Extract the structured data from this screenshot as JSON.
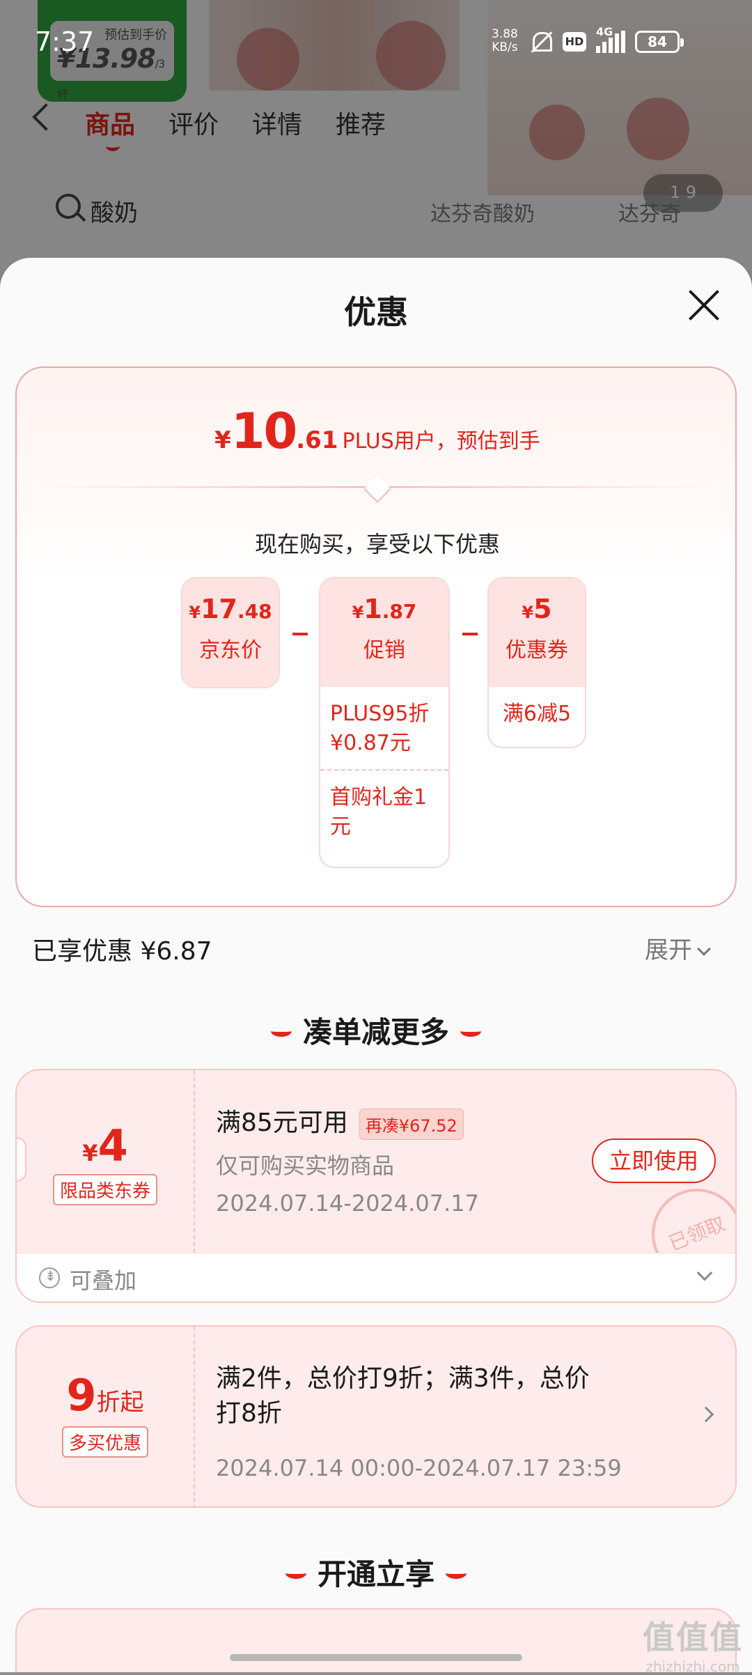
{
  "status_bar": {
    "time": "7:37",
    "net_speed_value": "3.88",
    "net_speed_unit": "KB/s",
    "hd_label": "HD",
    "network_label": "4G",
    "battery": "84"
  },
  "background": {
    "price_badge_label": "预估到手价",
    "price_badge_value": "¥13.98",
    "price_badge_unit": "/3杯",
    "tabs": [
      {
        "label": "商品"
      },
      {
        "label": "评价"
      },
      {
        "label": "详情"
      },
      {
        "label": "推荐"
      }
    ],
    "search_query": "酸奶",
    "suggestion_1": "达芬奇酸奶",
    "suggestion_2": "达芬奇",
    "pager": "1 9"
  },
  "sheet": {
    "title": "优惠",
    "estimate": {
      "currency": "¥",
      "price_int": "10",
      "price_dec": ".61",
      "label": "PLUS用户，预估到手"
    },
    "now_buy_text": "现在购买，享受以下优惠",
    "breakdown": {
      "jd_price": {
        "currency": "¥",
        "int": "17",
        "dec": ".48",
        "label": "京东价"
      },
      "promo": {
        "currency": "¥",
        "int": "1",
        "dec": ".87",
        "label": "促销",
        "items": [
          "PLUS95折¥0.87元",
          "首购礼金1元"
        ]
      },
      "coupon": {
        "currency": "¥",
        "int": "5",
        "dec": "",
        "label": "优惠券",
        "items": [
          "满6减5"
        ]
      }
    },
    "enjoyed_text": "已享优惠 ¥6.87",
    "expand_label": "展开",
    "section_more": "凑单减更多",
    "coupon1": {
      "currency": "¥",
      "amount": "4",
      "tag": "限品类东券",
      "title": "满85元可用",
      "pill": "再凑¥67.52",
      "sub": "仅可购买实物商品",
      "date": "2024.07.14-2024.07.17",
      "button": "立即使用",
      "stamp": "已领取",
      "stack_label": "可叠加"
    },
    "coupon2": {
      "amount": "9",
      "unit": "折起",
      "tag": "多买优惠",
      "title_line1": "满2件，总价打9折；满3件，总价",
      "title_line2": "打8折",
      "date": "2024.07.14 00:00-2024.07.17 23:59"
    },
    "section_open": "开通立享"
  },
  "watermark": {
    "big": "值值值",
    "small": "zhizhizhi.com"
  },
  "colors": {
    "accent": "#e1251b",
    "card_bg": "#fdeceb",
    "border": "#f6c6c1"
  }
}
